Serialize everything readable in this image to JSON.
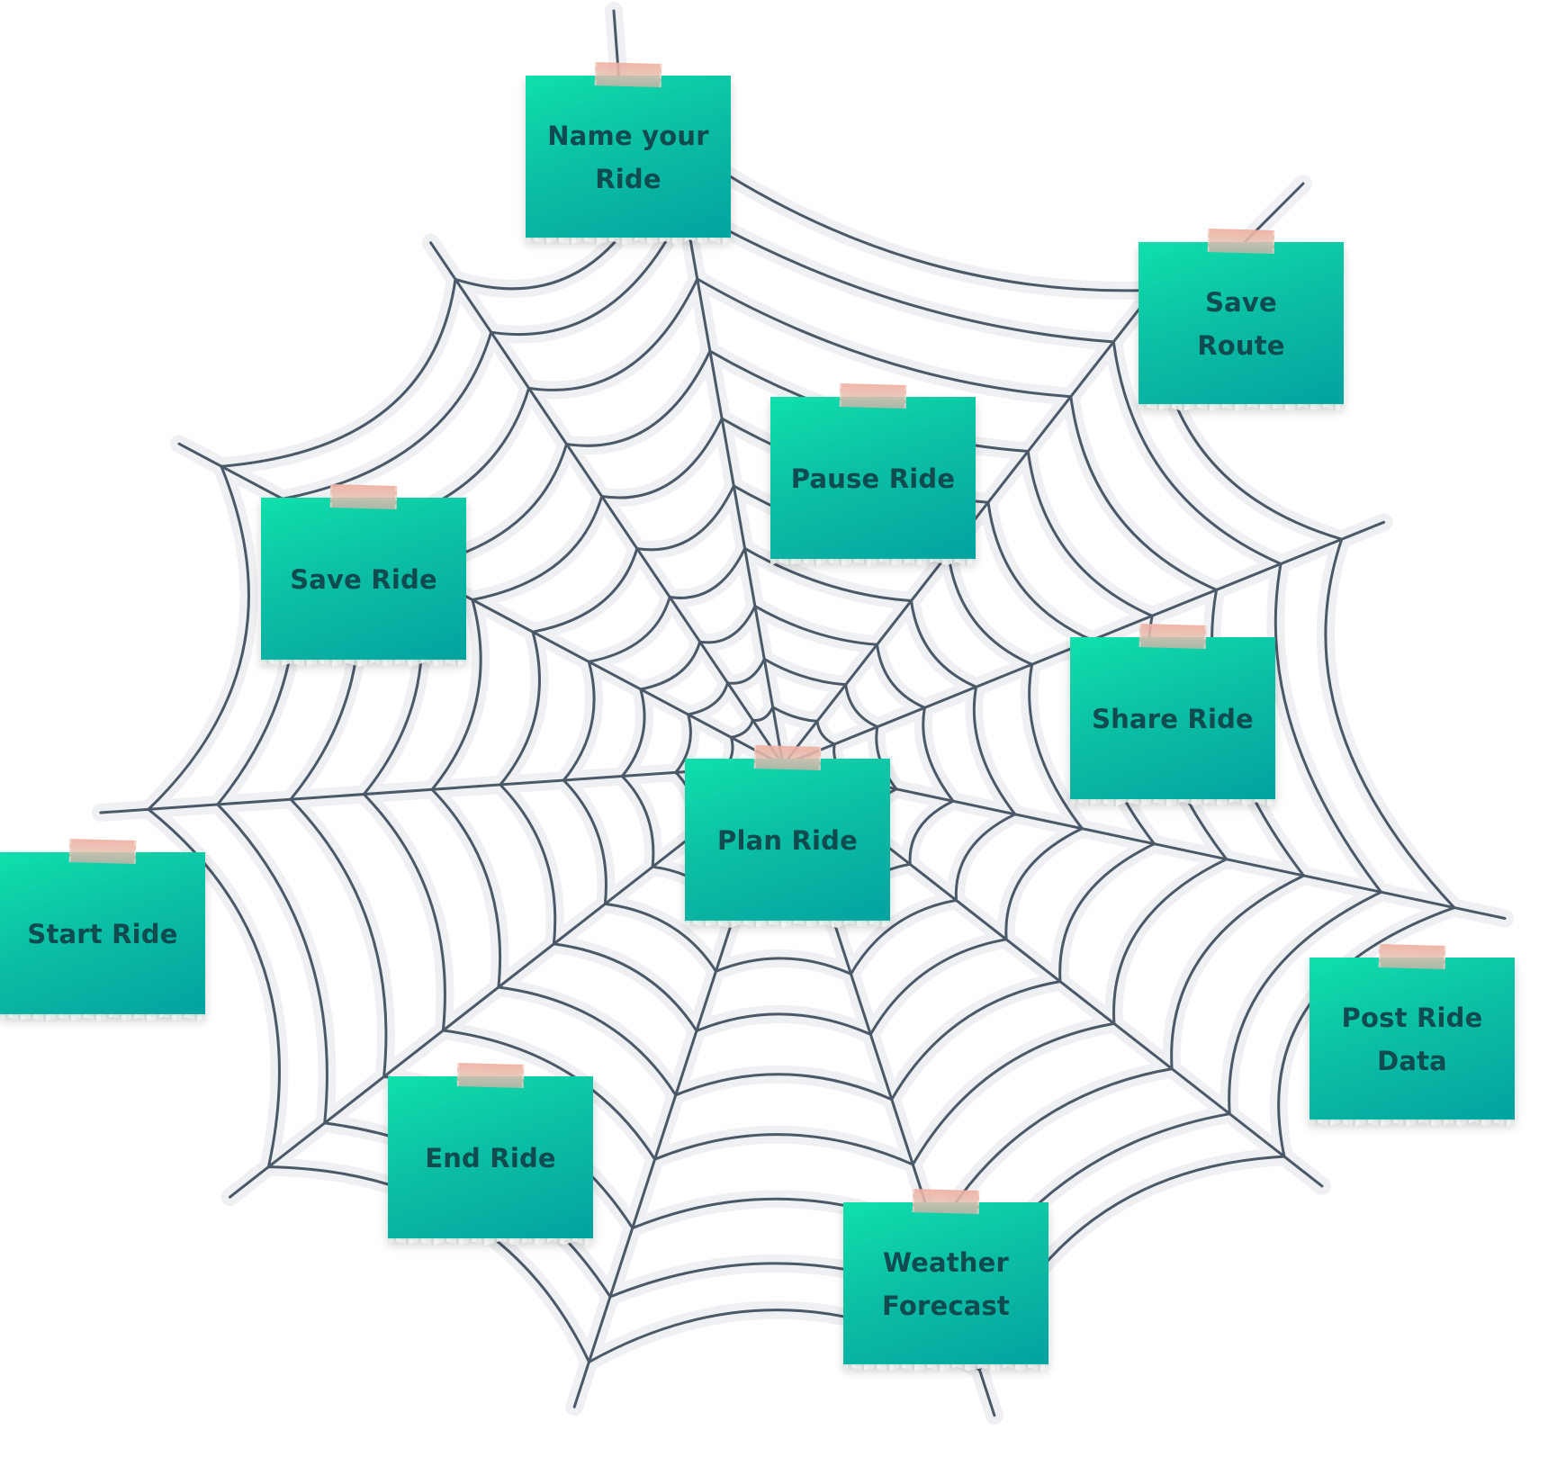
{
  "notes": [
    {
      "id": "name-your-ride",
      "label": "Name your Ride"
    },
    {
      "id": "save-route",
      "label": "Save Route"
    },
    {
      "id": "pause-ride",
      "label": "Pause Ride"
    },
    {
      "id": "save-ride",
      "label": "Save Ride"
    },
    {
      "id": "share-ride",
      "label": "Share Ride"
    },
    {
      "id": "plan-ride",
      "label": "Plan Ride"
    },
    {
      "id": "start-ride",
      "label": "Start Ride"
    },
    {
      "id": "post-ride-data",
      "label": "Post Ride Data"
    },
    {
      "id": "end-ride",
      "label": "End Ride"
    },
    {
      "id": "weather-forecast",
      "label": "Weather Forecast"
    }
  ],
  "colors": {
    "web_strand": "#4b5868",
    "web_halo": "#eef0f3",
    "note_top": "#0fe0ac",
    "note_bottom": "#03a2a0",
    "note_text": "#0f4b4f",
    "tape": "#efb0a0"
  }
}
